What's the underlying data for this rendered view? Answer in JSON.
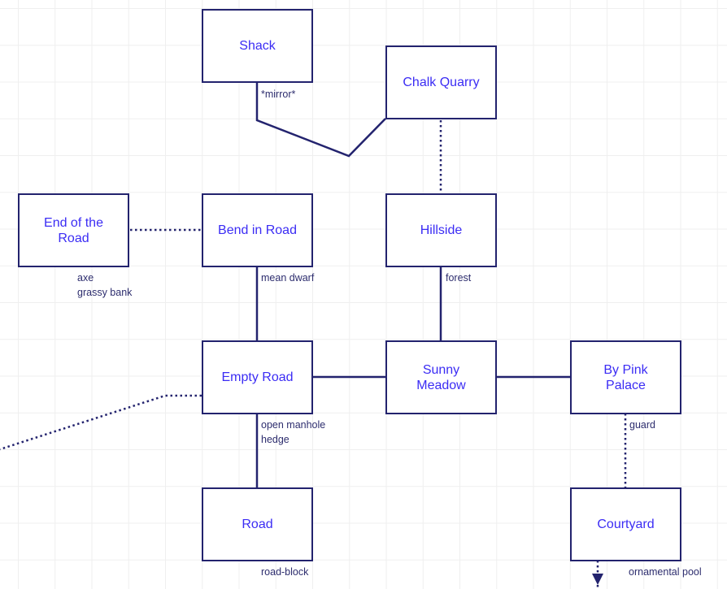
{
  "diagram": {
    "title": "Map",
    "colors": {
      "line": "#23236e",
      "room_text": "#3b2cf4",
      "label_text": "#2d2d6e",
      "grid": "#efefef"
    },
    "rooms": [
      {
        "id": "shack",
        "name": "Shack"
      },
      {
        "id": "chalk-quarry",
        "name": "Chalk Quarry"
      },
      {
        "id": "end-of-the-road",
        "name": "End of the Road"
      },
      {
        "id": "bend-in-road",
        "name": "Bend in Road"
      },
      {
        "id": "hillside",
        "name": "Hillside"
      },
      {
        "id": "empty-road",
        "name": "Empty Road"
      },
      {
        "id": "sunny-meadow",
        "name": "Sunny Meadow"
      },
      {
        "id": "by-pink-palace",
        "name": "By Pink Palace"
      },
      {
        "id": "road",
        "name": "Road"
      },
      {
        "id": "courtyard",
        "name": "Courtyard"
      }
    ],
    "objects": {
      "shack": "*mirror*",
      "end_of_the_road": "axe\ngrassy bank",
      "bend_in_road": "mean dwarf",
      "hillside": "forest",
      "empty_road": "open manhole\nhedge",
      "by_pink_palace": "guard",
      "road": "road-block",
      "courtyard": "ornamental pool"
    },
    "connections": [
      {
        "from": "Shack",
        "to": "Chalk Quarry",
        "style": "solid"
      },
      {
        "from": "Chalk Quarry",
        "to": "Hillside",
        "style": "dotted"
      },
      {
        "from": "End of the Road",
        "to": "Bend in Road",
        "style": "dotted"
      },
      {
        "from": "Bend in Road",
        "to": "Empty Road",
        "style": "solid"
      },
      {
        "from": "Hillside",
        "to": "Sunny Meadow",
        "style": "solid"
      },
      {
        "from": "Empty Road",
        "to": "Sunny Meadow",
        "style": "solid"
      },
      {
        "from": "Sunny Meadow",
        "to": "By Pink Palace",
        "style": "solid"
      },
      {
        "from": "Empty Road",
        "to": "offscreen-west",
        "style": "dotted"
      },
      {
        "from": "Empty Road",
        "to": "Road",
        "style": "solid"
      },
      {
        "from": "By Pink Palace",
        "to": "Courtyard",
        "style": "dotted"
      },
      {
        "from": "Courtyard",
        "to": "offscreen-south",
        "style": "dotted-arrow"
      }
    ]
  }
}
